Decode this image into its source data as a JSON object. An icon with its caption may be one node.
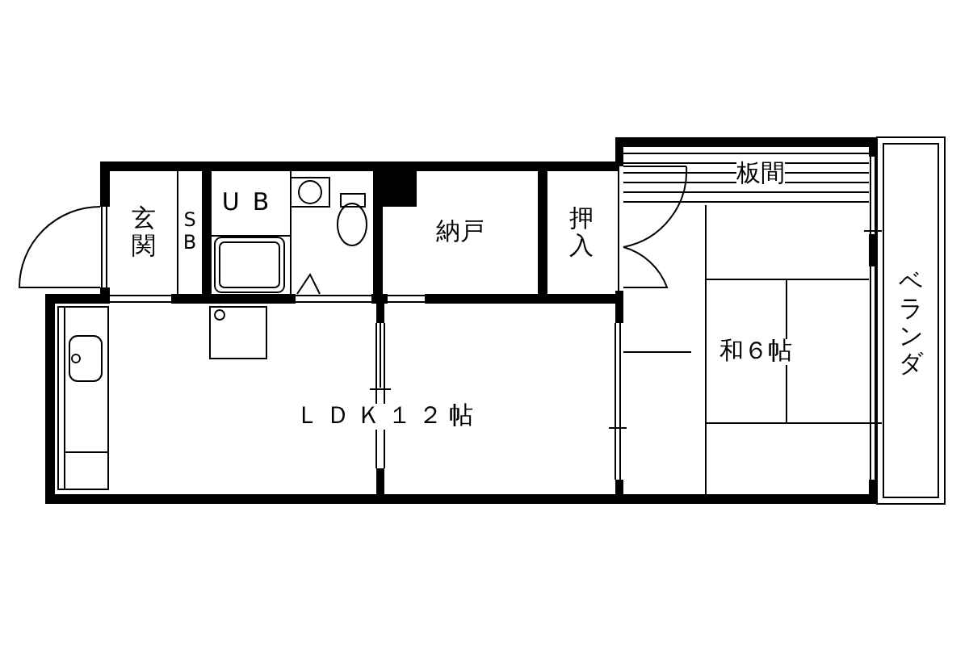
{
  "diagram": {
    "nodes": [
      {
        "text": [
          "玄関"
        ]
      },
      {
        "text": [
          "SB"
        ]
      },
      {
        "text": [
          "UB"
        ]
      },
      {
        "text": [
          "納戸"
        ]
      },
      {
        "text": [
          "押入"
        ]
      },
      {
        "text": [
          "板間"
        ]
      },
      {
        "text": [
          "和６帖"
        ]
      },
      {
        "text": [
          "ベランダ"
        ]
      },
      {
        "text": [
          "ＬＤＫ１２帖"
        ]
      }
    ]
  }
}
